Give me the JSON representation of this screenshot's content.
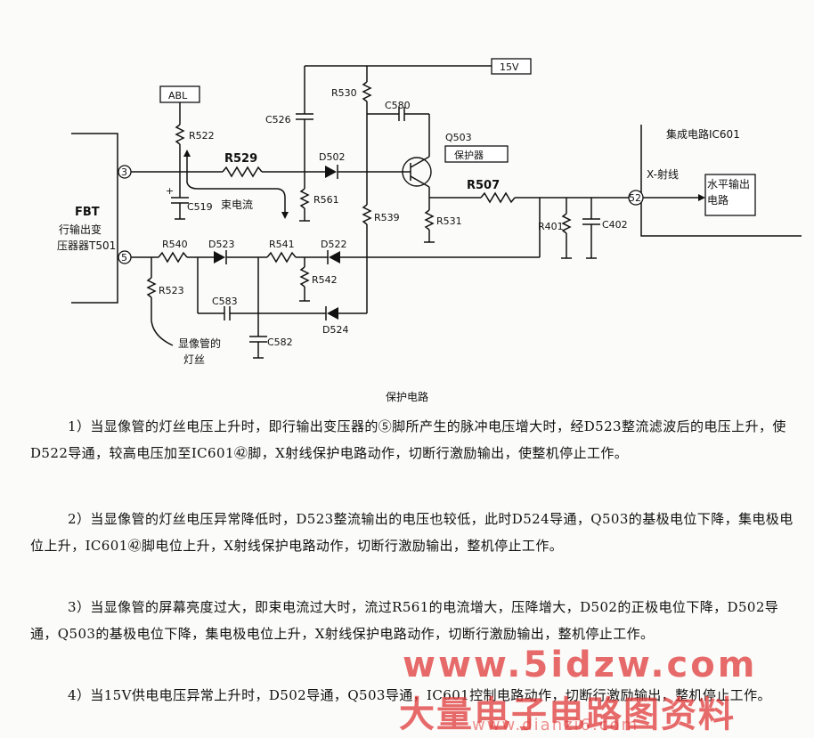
{
  "labels": {
    "v15": "15V",
    "abl": "ABL",
    "ic601": "集成电路IC601",
    "q503": "Q503",
    "protector": "保护器",
    "xray": "X-射线",
    "horiz_out": "水平输出电路",
    "beam_current": "束电流",
    "fbt_1": "FBT",
    "fbt_2": "行输出变",
    "fbt_3": "压器器T501",
    "crt_1": "显像管的",
    "crt_2": "灯丝",
    "pin3": "3",
    "pin5": "5",
    "pin52": "52"
  },
  "components": {
    "r522": "R522",
    "r529": "R529",
    "r530": "R530",
    "c526": "C526",
    "c580": "C580",
    "d502": "D502",
    "r561": "R561",
    "r539": "R539",
    "r531": "R531",
    "r507": "R507",
    "r401": "R401",
    "c402": "C402",
    "c519": "C519",
    "r540": "R540",
    "d523": "D523",
    "r541": "R541",
    "d522": "D522",
    "r542": "R542",
    "r523": "R523",
    "c583": "C583",
    "c582": "C582",
    "d524": "D524"
  },
  "caption": "保护电路",
  "paragraphs": [
    "1）当显像管的灯丝电压上升时，即行输出变压器的⑤脚所产生的脉冲电压增大时，经D523整流滤波后的电压上升，使D522导通，较高电压加至IC601㊷脚，X射线保护电路动作，切断行激励输出，使整机停止工作。",
    "2）当显像管的灯丝电压异常降低时，D523整流输出的电压也较低，此时D524导通，Q503的基极电位下降，集电极电位上升，IC601㊷脚电位上升，X射线保护电路动作，切断行激励输出，整机停止工作。",
    "3）当显像管的屏幕亮度过大，即束电流过大时，流过R561的电流增大，压降增大，D502的正极电位下降，D502导通，Q503的基极电位下降，集电极电位上升，X射线保护电路动作，切断行激励输出，整机停止工作。",
    "4）当15V供电电压异常上升时，D502导通，Q503导通，IC601控制电路动作，切断行激励输出，整机停止工作。"
  ],
  "watermark": {
    "url": "www.5idzw.com",
    "site": "大量电子电路图资料",
    "sub": "www.dianzi6.com"
  }
}
